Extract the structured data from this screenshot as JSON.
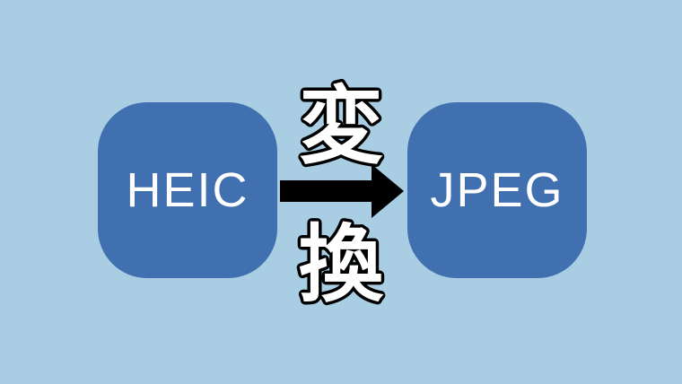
{
  "colors": {
    "background": "#A9CEE3",
    "box": "#4170B0",
    "box_text": "#FFFFFF",
    "arrow": "#000000",
    "kanji_fill": "#FFFFFF",
    "kanji_outline": "#000000"
  },
  "source_format": {
    "label": "HEIC"
  },
  "target_format": {
    "label": "JPEG"
  },
  "conversion_label": {
    "text": "変換",
    "char_top": "変",
    "char_bottom": "換"
  }
}
